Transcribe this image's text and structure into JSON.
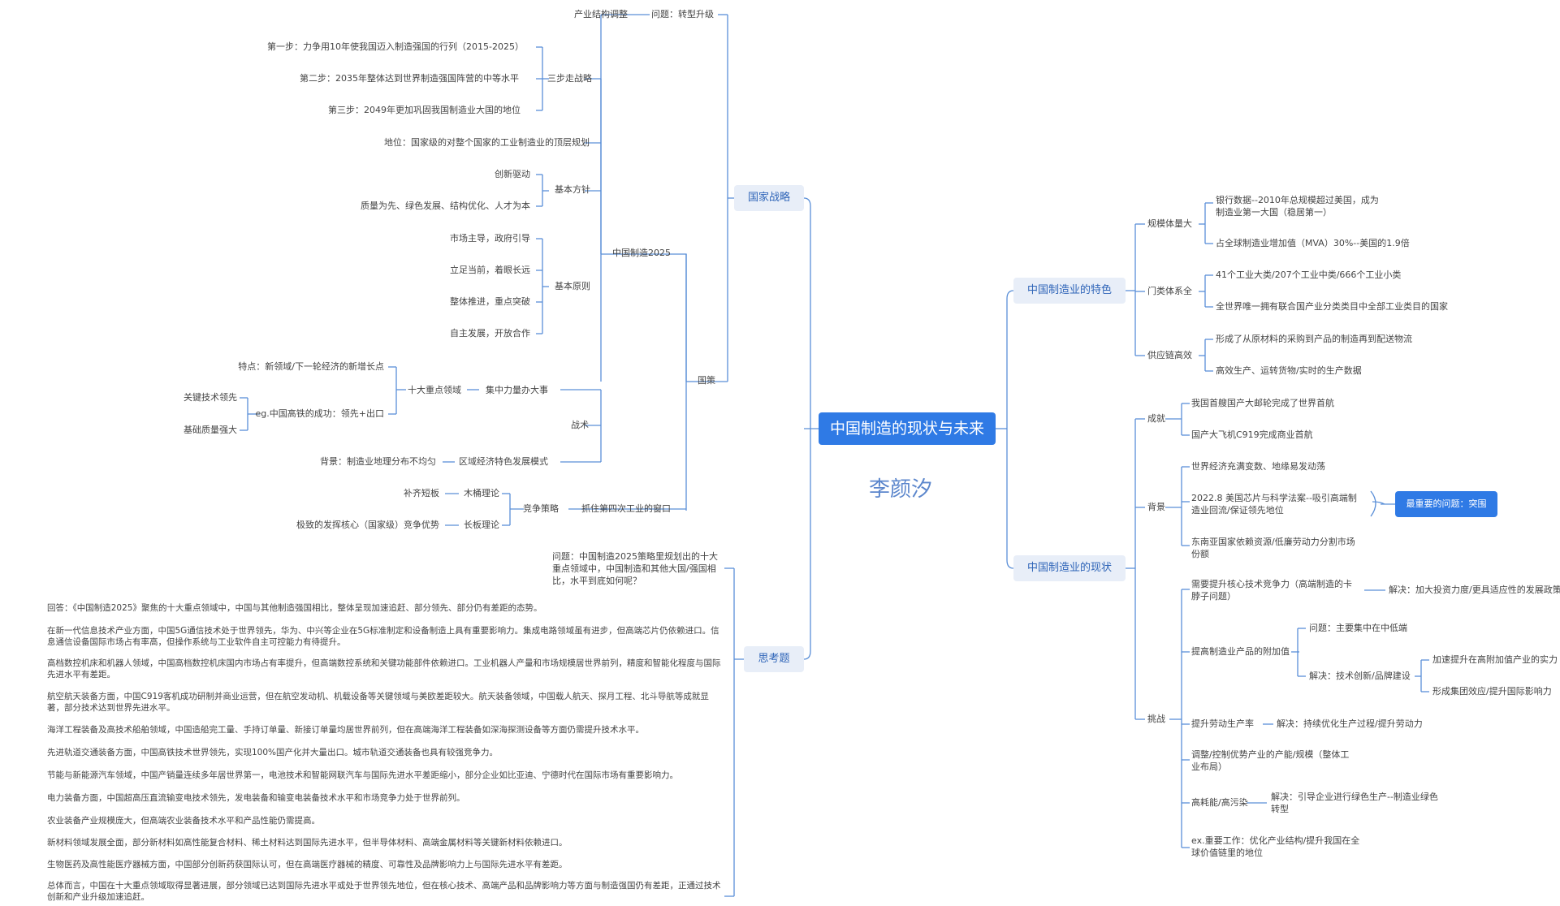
{
  "center": {
    "title": "中国制造的现状与未来"
  },
  "author": "李颜汐",
  "left": {
    "strategy": {
      "label": "国家战略",
      "transform_topic": "产业结构调整",
      "transform_problem": "问题：转型升级",
      "three_steps": "三步走战略",
      "step1": "第一步：力争用10年使我国迈入制造强国的行列（2015-2025）",
      "step2": "第二步：2035年整体达到世界制造强国阵营的中等水平",
      "step3": "第三步：2049年更加巩固我国制造业大国的地位",
      "position": "地位：国家级的对整个国家的工业制造业的顶层规划",
      "made2025": "中国制造2025",
      "policy": "国策",
      "basic_policy": "基本方针",
      "bp1": "创新驱动",
      "bp2": "质量为先、绿色发展、结构优化、人才为本",
      "basic_principle": "基本原则",
      "pr1": "市场主导，政府引导",
      "pr2": "立足当前，着眼长远",
      "pr3": "整体推进，重点突破",
      "pr4": "自主发展，开放合作",
      "tactics": "战术",
      "focus": "集中力量办大事",
      "ten_fields": "十大重点领域",
      "feature": "特点：新领域/下一轮经济的新增长点",
      "eg": "eg.中国高铁的成功：领先+出口",
      "eg1": "关键技术领先",
      "eg2": "基础质量强大",
      "regional": "区域经济特色发展模式",
      "background": "背景：制造业地理分布不均匀",
      "fourth_rev": "抓住第四次工业的窗口",
      "compete": "竞争策略",
      "short_board": "木桶理论",
      "short_desc": "补齐短板",
      "long_board": "长板理论",
      "long_desc": "极致的发挥核心（国家级）竞争优势"
    },
    "thinking": {
      "label": "思考题",
      "question": "问题：中国制造2025策略里规划出的十大重点领域中，中国制造和其他大国/强国相比，水平到底如何呢？",
      "answers": [
        "回答：《中国制造2025》聚焦的十大重点领域中，中国与其他制造强国相比，整体呈现加速追赶、部分领先、部分仍有差距的态势。",
        "在新一代信息技术产业方面，中国5G通信技术处于世界领先，华为、中兴等企业在5G标准制定和设备制造上具有重要影响力。集成电路领域虽有进步，但高端芯片仍依赖进口。信息通信设备国际市场占有率高，但操作系统与工业软件自主可控能力有待提升。",
        "高档数控机床和机器人领域，中国高档数控机床国内市场占有率提升，但高端数控系统和关键功能部件依赖进口。工业机器人产量和市场规模居世界前列，精度和智能化程度与国际先进水平有差距。",
        "航空航天装备方面，中国C919客机成功研制并商业运营，但在航空发动机、机载设备等关键领域与美欧差距较大。航天装备领域，中国载人航天、探月工程、北斗导航等成就显著，部分技术达到世界先进水平。",
        "海洋工程装备及高技术船舶领域，中国造船完工量、手持订单量、新接订单量均居世界前列，但在高端海洋工程装备如深海探测设备等方面仍需提升技术水平。",
        "先进轨道交通装备方面，中国高铁技术世界领先，实现100%国产化并大量出口。城市轨道交通装备也具有较强竞争力。",
        "节能与新能源汽车领域，中国产销量连续多年居世界第一，电池技术和智能网联汽车与国际先进水平差距缩小，部分企业如比亚迪、宁德时代在国际市场有重要影响力。",
        "电力装备方面，中国超高压直流输变电技术领先，发电装备和输变电装备技术水平和市场竞争力处于世界前列。",
        "农业装备产业规模庞大，但高端农业装备技术水平和产品性能仍需提高。",
        "新材料领域发展全面，部分新材料如高性能复合材料、稀土材料达到国际先进水平，但半导体材料、高端金属材料等关键新材料依赖进口。",
        "生物医药及高性能医疗器械方面，中国部分创新药获国际认可，但在高端医疗器械的精度、可靠性及品牌影响力上与国际先进水平有差距。",
        "总体而言，中国在十大重点领域取得显著进展，部分领域已达到国际先进水平或处于世界领先地位，但在核心技术、高端产品和品牌影响力等方面与制造强国仍有差距，正通过技术创新和产业升级加速追赶。"
      ]
    }
  },
  "right": {
    "features": {
      "label": "中国制造业的特色",
      "scale": "规模体量大",
      "scale1": "银行数据--2010年总规模超过美国，成为制造业第一大国（稳居第一）",
      "scale2": "占全球制造业增加值（MVA）30%--美国的1.9倍",
      "categories": "门类体系全",
      "cat1": "41个工业大类/207个工业中类/666个工业小类",
      "cat2": "全世界唯一拥有联合国产业分类类目中全部工业类目的国家",
      "supply": "供应链高效",
      "sup1": "形成了从原材料的采购到产品的制造再到配送物流",
      "sup2": "高效生产、运转货物/实时的生产数据"
    },
    "status": {
      "label": "中国制造业的现状",
      "achievement": "成就",
      "ach1": "我国首艘国产大邮轮完成了世界首航",
      "ach2": "国产大飞机C919完成商业首航",
      "background": "背景",
      "bg1": "世界经济充满变数、地缘易发动荡",
      "bg2": "2022.8 美国芯片与科学法案--吸引高端制造业回流/保证领先地位",
      "bg3": "东南亚国家依赖资源/低廉劳动力分割市场份额",
      "key_issue": "最重要的问题：突围",
      "challenge": "挑战",
      "ch1": "需要提升核心技术竞争力（高端制造的卡脖子问题）",
      "ch1_sol": "解决：加大投资力度/更具适应性的发展政策",
      "ch2": "提高制造业产品的附加值",
      "ch2_problem": "问题：主要集中在中低端",
      "ch2_solve": "解决：技术创新/品牌建设",
      "ch2_s1": "加速提升在高附加值产业的实力",
      "ch2_s2": "形成集团效应/提升国际影响力",
      "ch3": "提升劳动生产率",
      "ch3_sol": "解决：持续优化生产过程/提升劳动力",
      "ch4": "调整/控制优势产业的产能/规模（整体工业布局）",
      "ch5": "高耗能/高污染",
      "ch5_sol": "解决：引导企业进行绿色生产--制造业绿色转型",
      "ch6": "ex.重要工作：优化产业结构/提升我国在全球价值链里的地位"
    }
  },
  "colors": {
    "accent": "#2f7ae5",
    "line": "#5a8fd8",
    "box_bg": "#e8eef8",
    "box_text": "#2f65b8"
  }
}
